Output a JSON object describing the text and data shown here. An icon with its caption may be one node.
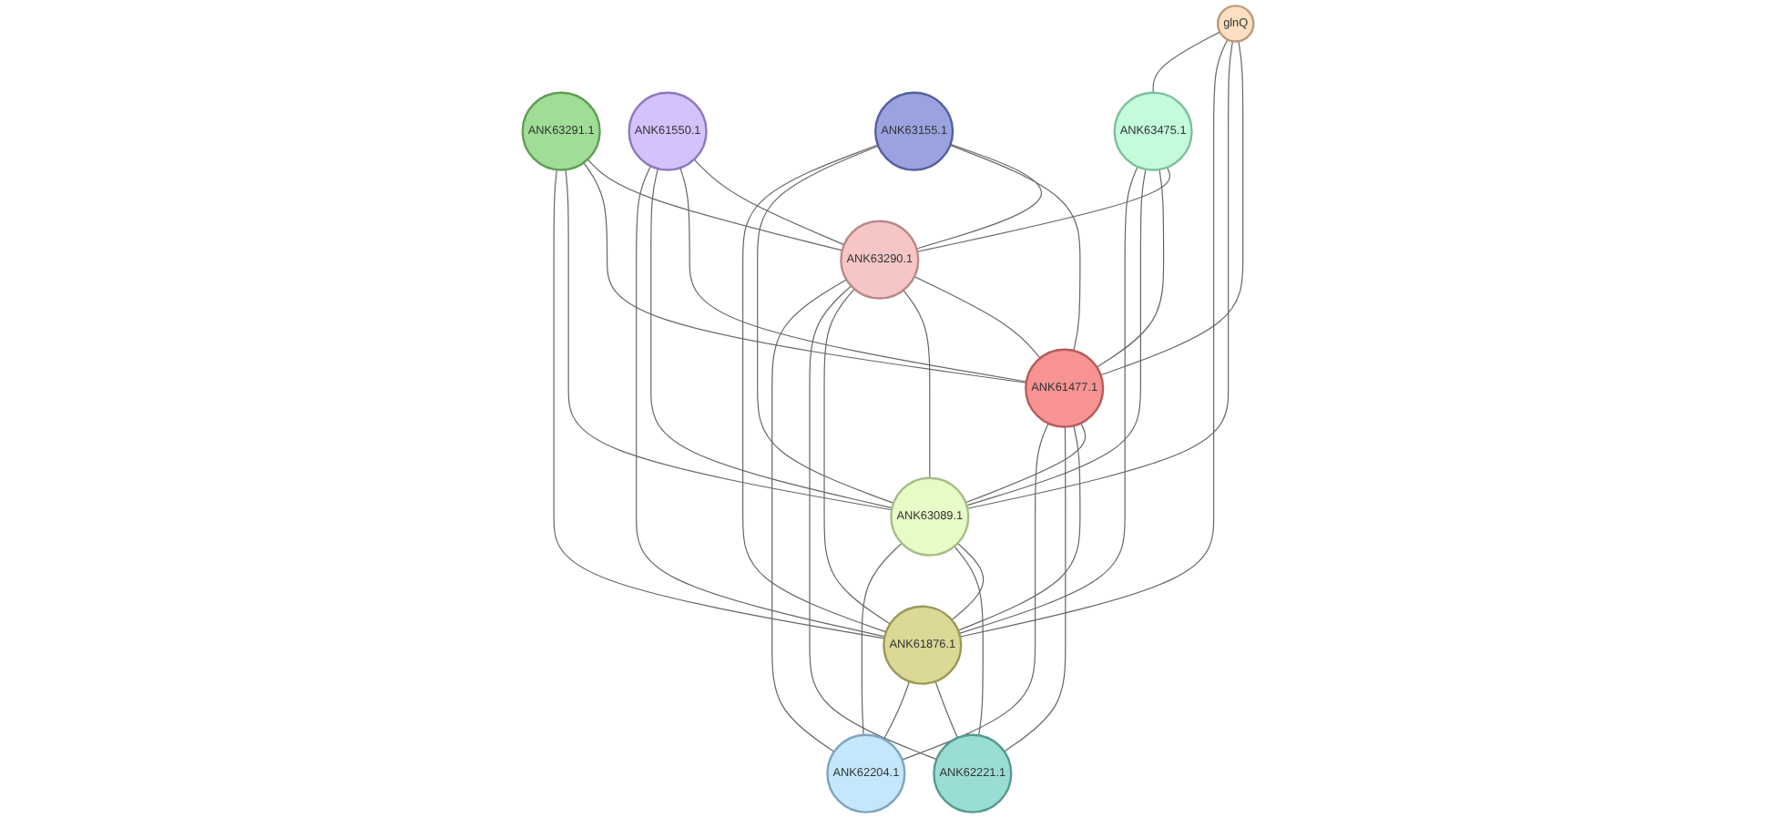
{
  "diagram": {
    "nodes": [
      {
        "text": [
          "ANK63291.1"
        ]
      },
      {
        "text": [
          "ANK61550.1"
        ]
      },
      {
        "text": [
          "ANK63155.1"
        ]
      },
      {
        "text": [
          "ANK63290.1"
        ]
      },
      {
        "text": [
          "ANK61477.1"
        ]
      },
      {
        "text": [
          "ANK63089.1"
        ]
      },
      {
        "text": [
          "ANK63475.1"
        ]
      },
      {
        "text": [
          "glnQ"
        ]
      },
      {
        "text": [
          "ANK61876.1"
        ]
      },
      {
        "text": [
          "ANK62221.1"
        ]
      },
      {
        "text": [
          "ANK62204.1"
        ]
      }
    ],
    "edges": [
      {
        "from": 3,
        "to": 4,
        "arrow": "none"
      },
      {
        "from": 3,
        "to": 5,
        "arrow": "none"
      },
      {
        "from": 3,
        "to": 8,
        "arrow": "none"
      },
      {
        "from": 4,
        "to": 5,
        "arrow": "none"
      },
      {
        "from": 4,
        "to": 8,
        "arrow": "none"
      },
      {
        "from": 5,
        "to": 8,
        "arrow": "none"
      },
      {
        "from": 0,
        "to": 3,
        "arrow": "none"
      },
      {
        "from": 0,
        "to": 4,
        "arrow": "none"
      },
      {
        "from": 0,
        "to": 5,
        "arrow": "none"
      },
      {
        "from": 0,
        "to": 8,
        "arrow": "none"
      },
      {
        "from": 1,
        "to": 3,
        "arrow": "none"
      },
      {
        "from": 1,
        "to": 4,
        "arrow": "none"
      },
      {
        "from": 1,
        "to": 5,
        "arrow": "none"
      },
      {
        "from": 1,
        "to": 8,
        "arrow": "none"
      },
      {
        "from": 2,
        "to": 3,
        "arrow": "none"
      },
      {
        "from": 2,
        "to": 4,
        "arrow": "none"
      },
      {
        "from": 2,
        "to": 5,
        "arrow": "none"
      },
      {
        "from": 2,
        "to": 8,
        "arrow": "none"
      },
      {
        "from": 6,
        "to": 3,
        "arrow": "none"
      },
      {
        "from": 6,
        "to": 4,
        "arrow": "none"
      },
      {
        "from": 6,
        "to": 5,
        "arrow": "none"
      },
      {
        "from": 6,
        "to": 8,
        "arrow": "none"
      },
      {
        "from": 7,
        "to": 4,
        "arrow": "none"
      },
      {
        "from": 7,
        "to": 5,
        "arrow": "none"
      },
      {
        "from": 7,
        "to": 8,
        "arrow": "none"
      },
      {
        "from": 7,
        "to": 6,
        "arrow": "none"
      },
      {
        "from": 4,
        "to": 9,
        "arrow": "none"
      },
      {
        "from": 5,
        "to": 9,
        "arrow": "none"
      },
      {
        "from": 8,
        "to": 9,
        "arrow": "none"
      },
      {
        "from": 3,
        "to": 9,
        "arrow": "none"
      },
      {
        "from": 4,
        "to": 10,
        "arrow": "none"
      },
      {
        "from": 5,
        "to": 10,
        "arrow": "none"
      },
      {
        "from": 8,
        "to": 10,
        "arrow": "none"
      },
      {
        "from": 3,
        "to": 10,
        "arrow": "none"
      }
    ]
  }
}
